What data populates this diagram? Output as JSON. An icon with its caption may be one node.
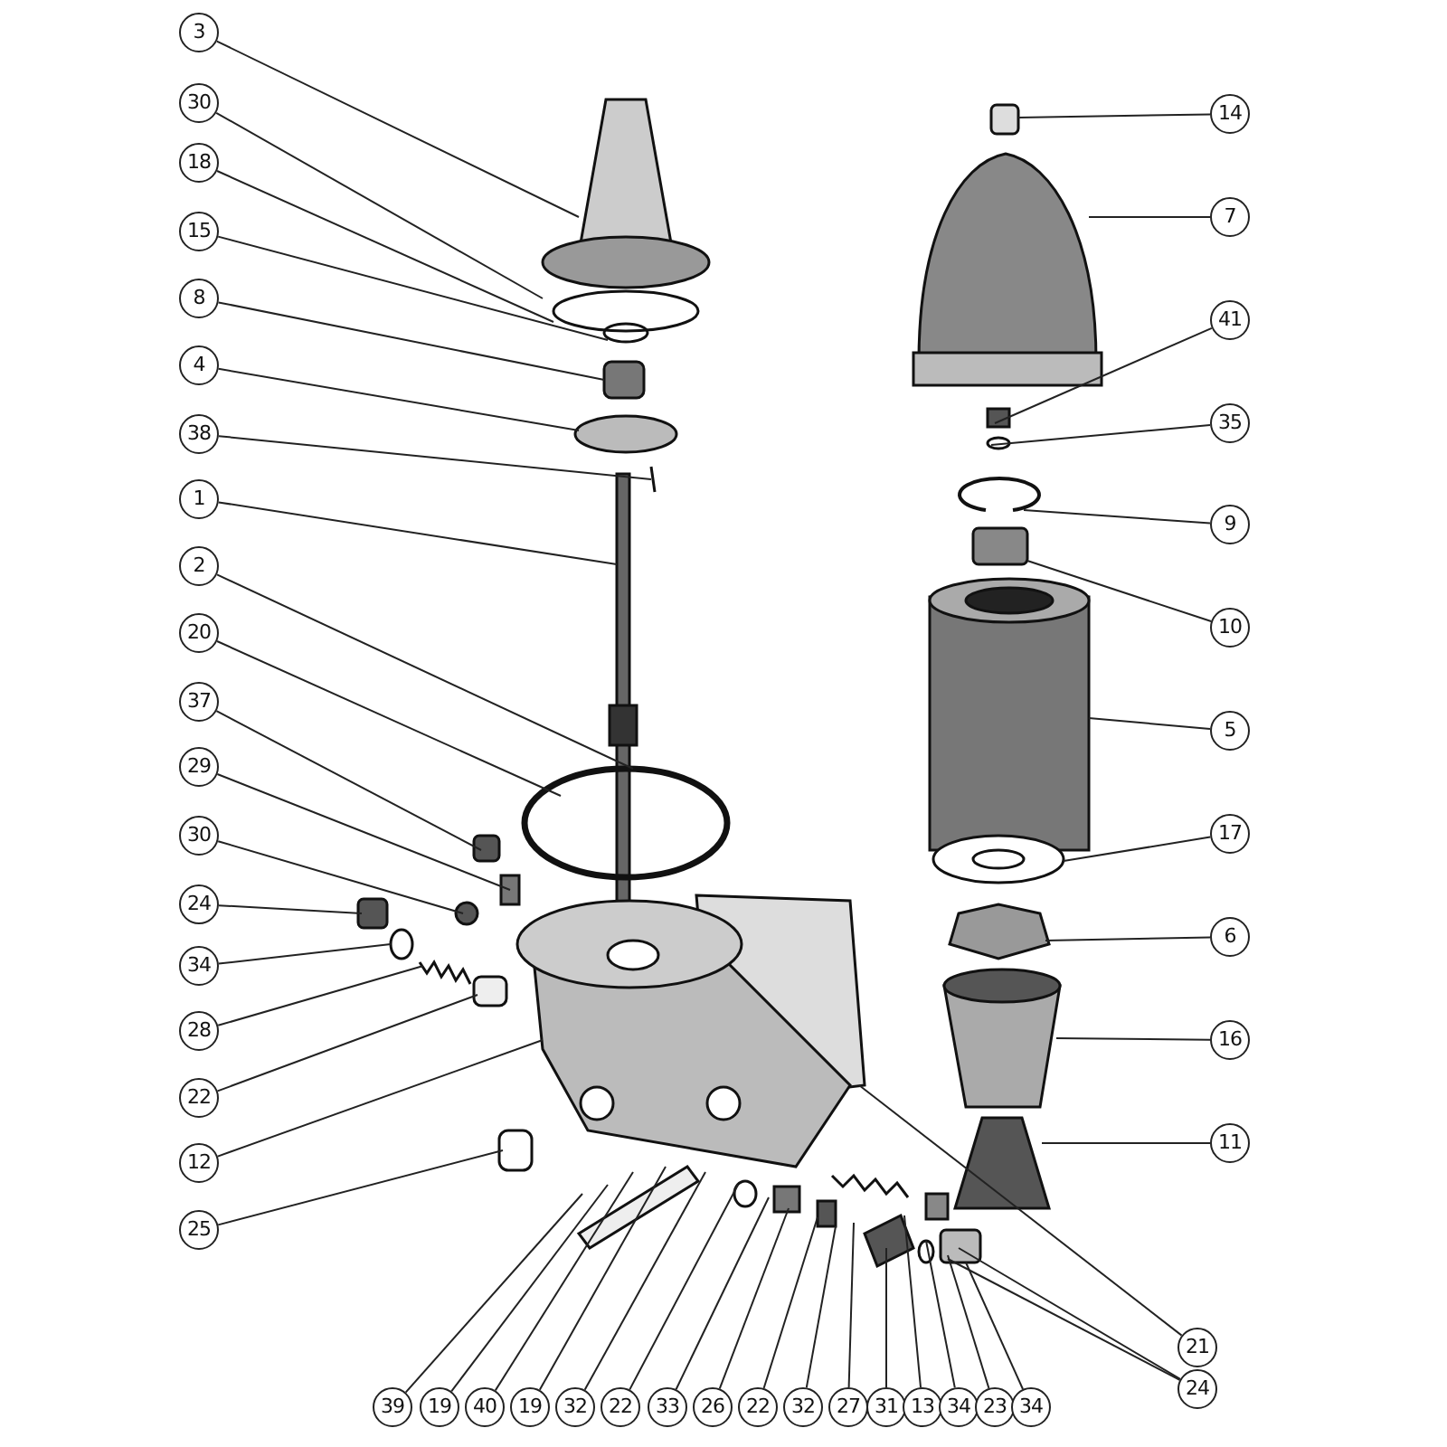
{
  "diagram": {
    "nodes": [
      {
        "text": [
          "3"
        ]
      },
      {
        "text": [
          "30"
        ]
      },
      {
        "text": [
          "18"
        ]
      },
      {
        "text": [
          "15"
        ]
      },
      {
        "text": [
          "8"
        ]
      },
      {
        "text": [
          "4"
        ]
      },
      {
        "text": [
          "38"
        ]
      },
      {
        "text": [
          "1"
        ]
      },
      {
        "text": [
          "2"
        ]
      },
      {
        "text": [
          "20"
        ]
      },
      {
        "text": [
          "37"
        ]
      },
      {
        "text": [
          "29"
        ]
      },
      {
        "text": [
          "30"
        ]
      },
      {
        "text": [
          "24"
        ]
      },
      {
        "text": [
          "34"
        ]
      },
      {
        "text": [
          "28"
        ]
      },
      {
        "text": [
          "22"
        ]
      },
      {
        "text": [
          "12"
        ]
      },
      {
        "text": [
          "25"
        ]
      },
      {
        "text": [
          "14"
        ]
      },
      {
        "text": [
          "7"
        ]
      },
      {
        "text": [
          "41"
        ]
      },
      {
        "text": [
          "35"
        ]
      },
      {
        "text": [
          "9"
        ]
      },
      {
        "text": [
          "10"
        ]
      },
      {
        "text": [
          "5"
        ]
      },
      {
        "text": [
          "17"
        ]
      },
      {
        "text": [
          "6"
        ]
      },
      {
        "text": [
          "16"
        ]
      },
      {
        "text": [
          "11"
        ]
      },
      {
        "text": [
          "21"
        ]
      },
      {
        "text": [
          "24"
        ]
      },
      {
        "text": [
          "39"
        ]
      },
      {
        "text": [
          "19"
        ]
      },
      {
        "text": [
          "40"
        ]
      },
      {
        "text": [
          "19"
        ]
      },
      {
        "text": [
          "32"
        ]
      },
      {
        "text": [
          "22"
        ]
      },
      {
        "text": [
          "33"
        ]
      },
      {
        "text": [
          "26"
        ]
      },
      {
        "text": [
          "22"
        ]
      },
      {
        "text": [
          "32"
        ]
      },
      {
        "text": [
          "27"
        ]
      },
      {
        "text": [
          "31"
        ]
      },
      {
        "text": [
          "13"
        ]
      },
      {
        "text": [
          "34"
        ]
      },
      {
        "text": [
          "23"
        ]
      },
      {
        "text": [
          "34"
        ]
      }
    ],
    "edges": [
      {
        "from": 0,
        "to": null,
        "arrow": "none"
      },
      {
        "from": 1,
        "to": null,
        "arrow": "none"
      },
      {
        "from": 2,
        "to": null,
        "arrow": "none"
      },
      {
        "from": 3,
        "to": null,
        "arrow": "none"
      },
      {
        "from": 4,
        "to": null,
        "arrow": "none"
      },
      {
        "from": 5,
        "to": null,
        "arrow": "none"
      },
      {
        "from": 6,
        "to": null,
        "arrow": "none"
      },
      {
        "from": 7,
        "to": null,
        "arrow": "none"
      },
      {
        "from": 8,
        "to": null,
        "arrow": "none"
      },
      {
        "from": 9,
        "to": null,
        "arrow": "none"
      },
      {
        "from": 10,
        "to": null,
        "arrow": "none"
      },
      {
        "from": 11,
        "to": null,
        "arrow": "none"
      },
      {
        "from": 12,
        "to": null,
        "arrow": "none"
      },
      {
        "from": 13,
        "to": null,
        "arrow": "none"
      },
      {
        "from": 14,
        "to": null,
        "arrow": "none"
      },
      {
        "from": 15,
        "to": null,
        "arrow": "none"
      },
      {
        "from": 16,
        "to": null,
        "arrow": "none"
      },
      {
        "from": 17,
        "to": null,
        "arrow": "none"
      },
      {
        "from": 18,
        "to": null,
        "arrow": "none"
      },
      {
        "from": 19,
        "to": null,
        "arrow": "none"
      },
      {
        "from": 20,
        "to": null,
        "arrow": "none"
      },
      {
        "from": 21,
        "to": null,
        "arrow": "none"
      },
      {
        "from": 22,
        "to": null,
        "arrow": "none"
      },
      {
        "from": 23,
        "to": null,
        "arrow": "none"
      },
      {
        "from": 24,
        "to": null,
        "arrow": "none"
      },
      {
        "from": 25,
        "to": null,
        "arrow": "none"
      },
      {
        "from": 26,
        "to": null,
        "arrow": "none"
      },
      {
        "from": 27,
        "to": null,
        "arrow": "none"
      },
      {
        "from": 28,
        "to": null,
        "arrow": "none"
      },
      {
        "from": 29,
        "to": null,
        "arrow": "none"
      },
      {
        "from": 30,
        "to": null,
        "arrow": "none"
      },
      {
        "from": 31,
        "to": null,
        "arrow": "none"
      },
      {
        "from": 31,
        "to": null,
        "arrow": "none"
      },
      {
        "from": 32,
        "to": null,
        "arrow": "none"
      },
      {
        "from": 33,
        "to": null,
        "arrow": "none"
      },
      {
        "from": 34,
        "to": null,
        "arrow": "none"
      },
      {
        "from": 35,
        "to": null,
        "arrow": "none"
      },
      {
        "from": 36,
        "to": null,
        "arrow": "none"
      },
      {
        "from": 37,
        "to": null,
        "arrow": "none"
      },
      {
        "from": 38,
        "to": null,
        "arrow": "none"
      },
      {
        "from": 39,
        "to": null,
        "arrow": "none"
      },
      {
        "from": 40,
        "to": null,
        "arrow": "none"
      },
      {
        "from": 41,
        "to": null,
        "arrow": "none"
      },
      {
        "from": 42,
        "to": null,
        "arrow": "none"
      },
      {
        "from": 43,
        "to": null,
        "arrow": "none"
      },
      {
        "from": 44,
        "to": null,
        "arrow": "none"
      },
      {
        "from": 45,
        "to": null,
        "arrow": "none"
      },
      {
        "from": 46,
        "to": null,
        "arrow": "none"
      },
      {
        "from": 47,
        "to": null,
        "arrow": "none"
      }
    ]
  }
}
